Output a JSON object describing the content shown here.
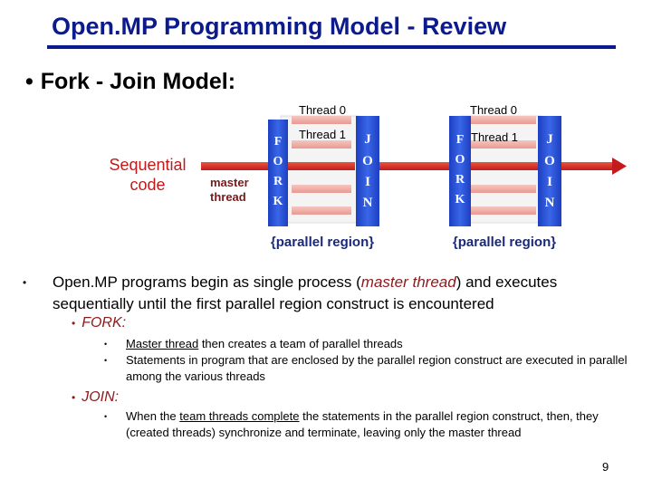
{
  "slide": {
    "title": "Open.MP Programming Model - Review",
    "heading_bullet": "•",
    "heading": "Fork - Join Model:",
    "page_number": "9"
  },
  "diagram": {
    "sequential_label_line1": "Sequential",
    "sequential_label_line2": "code",
    "master_label_line1": "master",
    "master_label_line2": "thread",
    "fork_letters": [
      "F",
      "O",
      "R",
      "K"
    ],
    "join_letters": [
      "J",
      "O",
      "I",
      "N"
    ],
    "region1": {
      "thread0": "Thread 0",
      "thread1": "Thread 1",
      "label": "{parallel region}"
    },
    "region2": {
      "thread0": "Thread 0",
      "thread1": "Thread 1",
      "label": "{parallel region}"
    },
    "colors": {
      "box": "#2a4fd0",
      "arrow": "#d8262a",
      "text_red": "#c11a1a",
      "label": "#1a2a7a"
    }
  },
  "bullets": {
    "main_bullet": "•",
    "main_1": "Open.MP programs begin as single process (",
    "main_em": "master thread",
    "main_2": ") and executes sequentially until the first parallel region construct is encountered",
    "fork_heading": "FORK:",
    "fork_items": [
      {
        "u": "Master thread",
        "rest": " then creates a team of parallel threads"
      },
      {
        "u": "",
        "rest": "Statements in program that are enclosed by the parallel region construct are executed in parallel among the various threads"
      }
    ],
    "join_heading": "JOIN:",
    "join_items": [
      {
        "pre": "When the ",
        "u": "team threads complete",
        "rest": " the statements in the parallel region construct, then, they (created threads) synchronize and terminate, leaving only the master thread"
      }
    ],
    "sub_bullet": "•",
    "item_bullet": "•"
  }
}
